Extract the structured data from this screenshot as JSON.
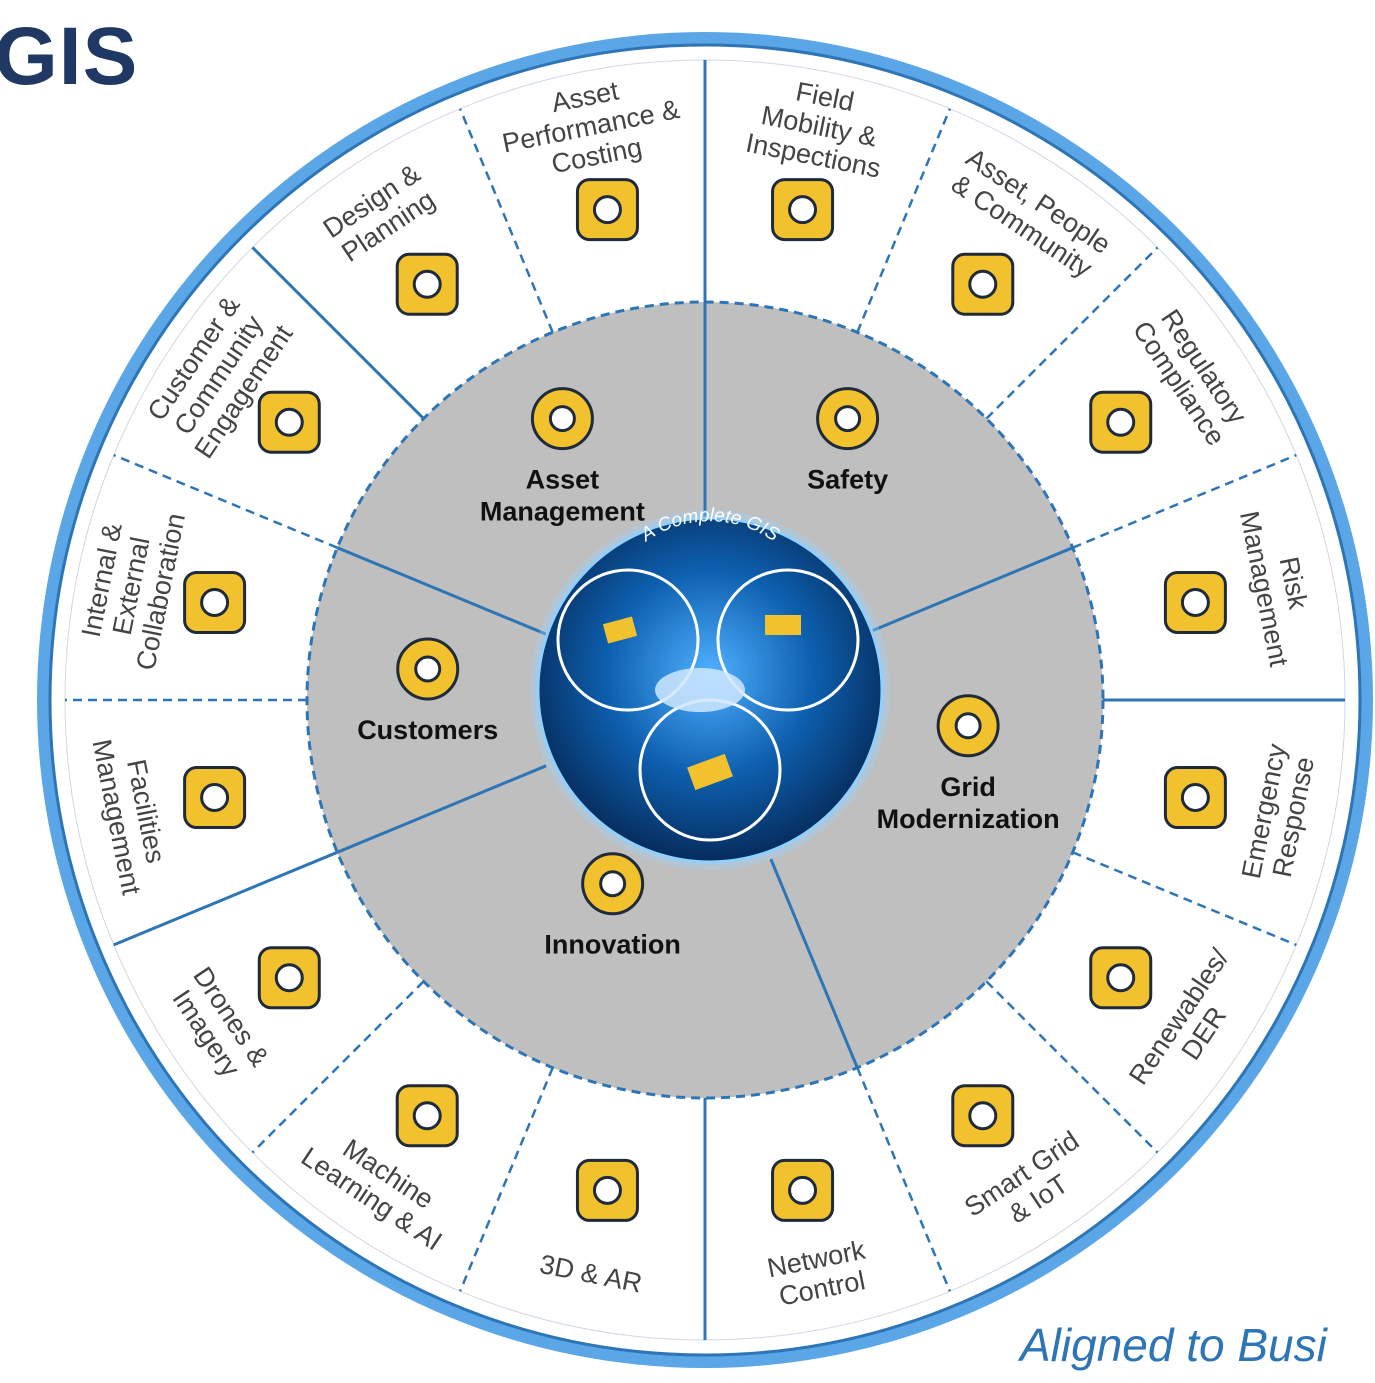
{
  "title": "GIS",
  "tagline": "Aligned to Busi",
  "center_label": "A Complete GIS",
  "pillars": [
    {
      "id": "asset-management",
      "lines": [
        "Asset",
        "Management"
      ],
      "icon": "gears-icon"
    },
    {
      "id": "safety",
      "lines": [
        "Safety"
      ],
      "icon": "warning-sign-icon"
    },
    {
      "id": "grid-modernization",
      "lines": [
        "Grid",
        "Modernization"
      ],
      "icon": "network-web-icon"
    },
    {
      "id": "innovation",
      "lines": [
        "Innovation"
      ],
      "icon": "lightbulb-icon"
    },
    {
      "id": "customers",
      "lines": [
        "Customers"
      ],
      "icon": "people-icon"
    }
  ],
  "segments": [
    {
      "id": "field-mobility",
      "lines": [
        "Field",
        "Mobility &",
        "Inspections"
      ],
      "icon": "clipboard-icon"
    },
    {
      "id": "asset-people-community",
      "lines": [
        "Asset, People",
        "& Community"
      ],
      "icon": "people-group-icon"
    },
    {
      "id": "regulatory-compliance",
      "lines": [
        "Regulatory",
        "Compliance"
      ],
      "icon": "badge-check-icon"
    },
    {
      "id": "risk-management",
      "lines": [
        "Risk",
        "Management"
      ],
      "icon": "camera-icon"
    },
    {
      "id": "emergency-response",
      "lines": [
        "Emergency",
        "Response"
      ],
      "icon": "storm-cloud-icon"
    },
    {
      "id": "renewables-der",
      "lines": [
        "Renewables/",
        "DER"
      ],
      "icon": "solar-icon"
    },
    {
      "id": "smart-grid-iot",
      "lines": [
        "Smart Grid",
        "& IoT"
      ],
      "icon": "globe-network-icon"
    },
    {
      "id": "network-control",
      "lines": [
        "Network",
        "Control"
      ],
      "icon": "control-room-icon"
    },
    {
      "id": "3d-ar",
      "lines": [
        "3D & AR"
      ],
      "icon": "vr-city-icon"
    },
    {
      "id": "machine-learning-ai",
      "lines": [
        "Machine",
        "Learning & AI"
      ],
      "icon": "brain-icon"
    },
    {
      "id": "drones-imagery",
      "lines": [
        "Drones &",
        "Imagery"
      ],
      "icon": "drone-icon"
    },
    {
      "id": "facilities-management",
      "lines": [
        "Facilities",
        "Management"
      ],
      "icon": "facility-icon"
    },
    {
      "id": "internal-external-collaboration",
      "lines": [
        "Internal &",
        "External",
        "Collaboration"
      ],
      "icon": "building-people-icon"
    },
    {
      "id": "customer-community-engagement",
      "lines": [
        "Customer &",
        "Community",
        "Engagement"
      ],
      "icon": "devices-people-icon"
    },
    {
      "id": "design-planning",
      "lines": [
        "Design &",
        "Planning"
      ],
      "icon": "planning-globe-icon"
    },
    {
      "id": "asset-performance-costing",
      "lines": [
        "Asset",
        "Performance &",
        "Costing"
      ],
      "icon": "meter-icon"
    }
  ],
  "colors": {
    "accent_blue": "#2e75b6",
    "ring_blue": "#5aa6e6",
    "gold": "#f2c12e",
    "grey": "#bfbfbf",
    "navy": "#1f3864"
  }
}
